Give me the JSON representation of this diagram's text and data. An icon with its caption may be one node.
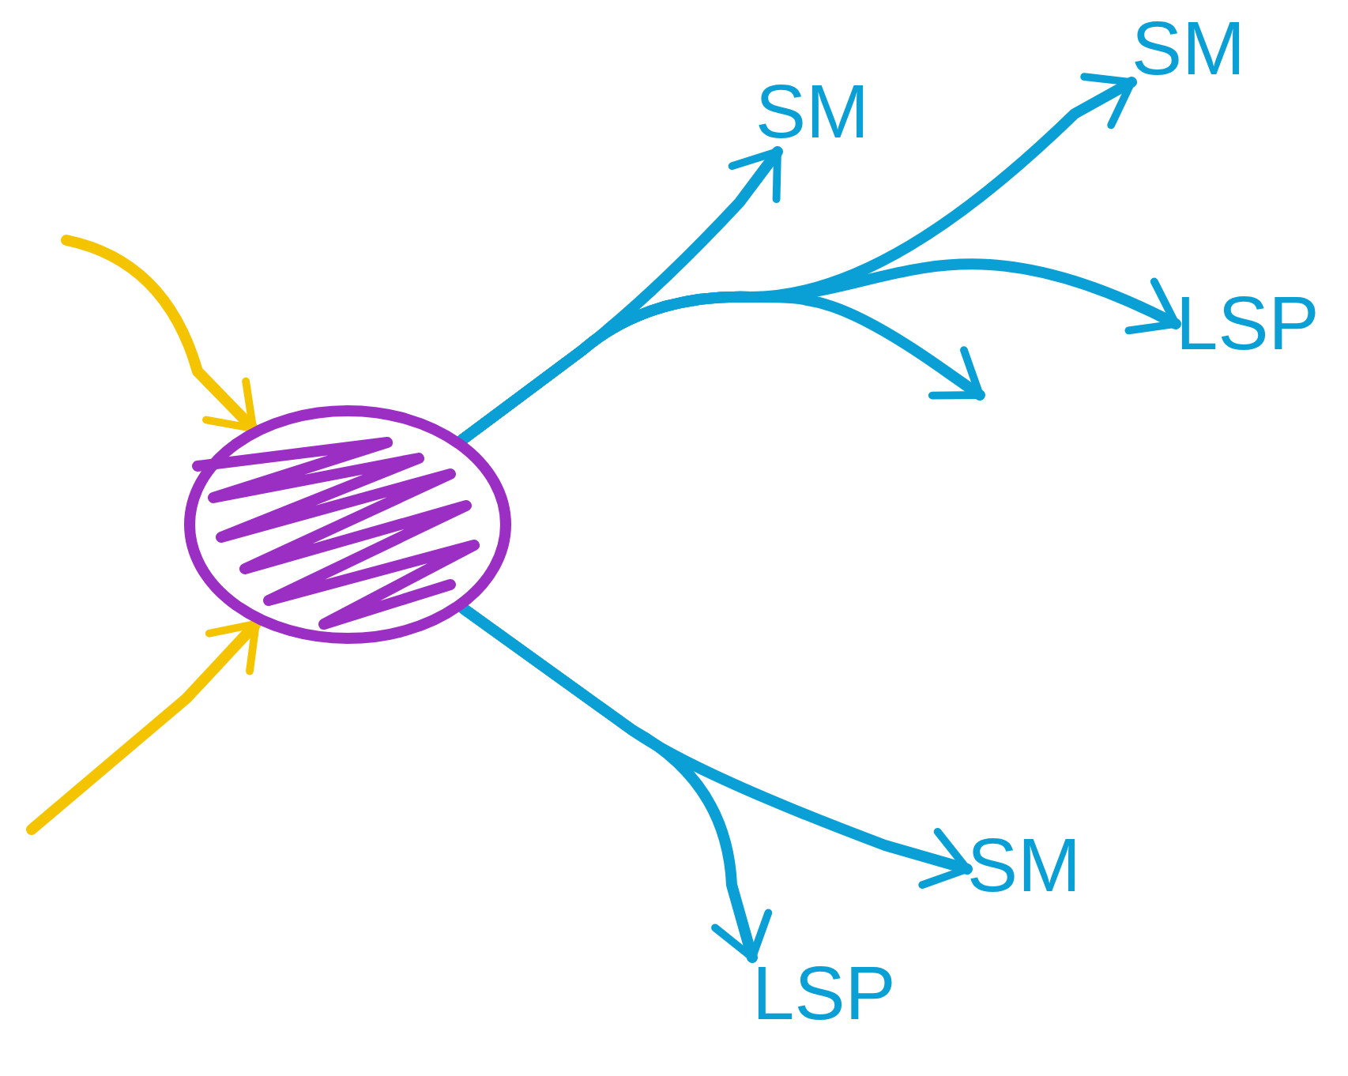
{
  "diagram": {
    "nodes": [
      {
        "text": [],
        "shape": "circle"
      },
      {
        "text": [
          "SM"
        ]
      },
      {
        "text": [
          "SM"
        ]
      },
      {
        "text": [
          "LSP"
        ]
      },
      {
        "text": [
          "SM"
        ]
      },
      {
        "text": [
          "LSP"
        ]
      }
    ],
    "edges": [
      {
        "from": null,
        "to": 0,
        "arrow": "to",
        "color": "#f5c400"
      },
      {
        "from": null,
        "to": 0,
        "arrow": "to",
        "color": "#f5c400"
      },
      {
        "from": 0,
        "to": 1,
        "arrow": "to"
      },
      {
        "from": 0,
        "to": 2,
        "arrow": "to"
      },
      {
        "from": 0,
        "to": 3,
        "arrow": "to"
      },
      {
        "from": 0,
        "to": null,
        "arrow": "to"
      },
      {
        "from": 0,
        "to": 4,
        "arrow": "to"
      },
      {
        "from": 0,
        "to": 5,
        "arrow": "to"
      }
    ]
  }
}
